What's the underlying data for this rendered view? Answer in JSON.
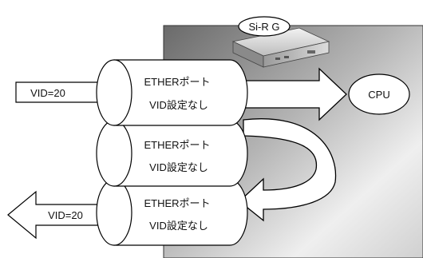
{
  "device": {
    "name": "Si-R G"
  },
  "cpu": {
    "label": "CPU"
  },
  "ports": [
    {
      "line1": "ETHERポート",
      "line2": "VID設定なし"
    },
    {
      "line1": "ETHERポート",
      "line2": "VID設定なし"
    },
    {
      "line1": "ETHERポート",
      "line2": "VID設定なし"
    }
  ],
  "incoming_frame": {
    "label": "VID=20"
  },
  "outgoing_frame": {
    "label": "VID=20"
  },
  "colors": {
    "panel_dark": "#6f6f6f",
    "panel_light": "#f4f4f4",
    "stroke": "#000000"
  }
}
